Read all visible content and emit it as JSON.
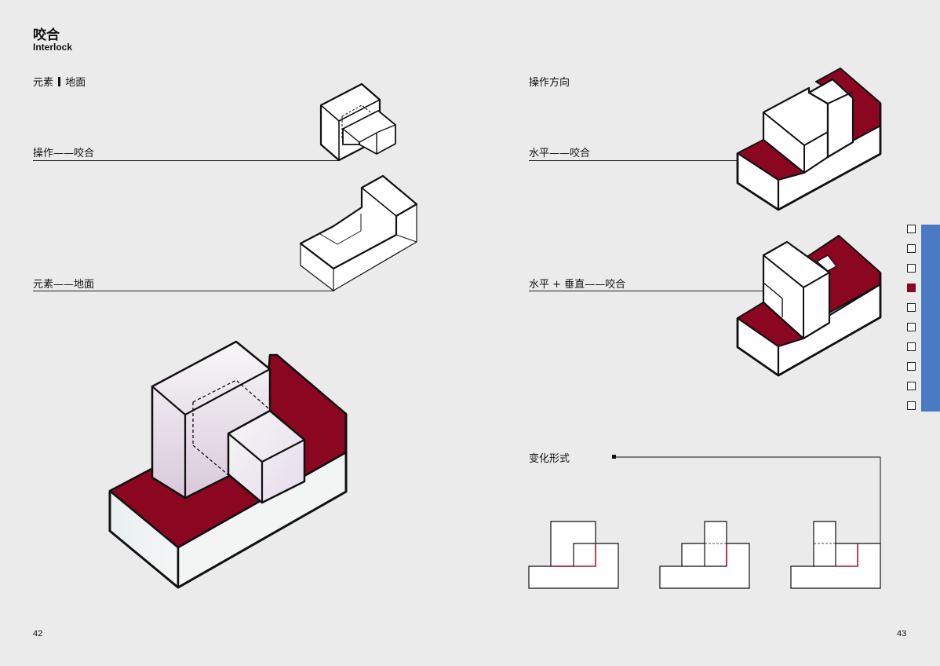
{
  "header": {
    "title_cn": "咬合",
    "title_en": "Interlock"
  },
  "left": {
    "element_label_a": "元素",
    "element_label_b": "地面",
    "op_label": "操作——咬合",
    "ground_label": "元素——地面",
    "page_number": "42"
  },
  "right": {
    "direction_label": "操作方向",
    "horizontal_label": "水平——咬合",
    "hv_label": "水平 + 垂直——咬合",
    "variation_label": "变化形式",
    "page_number": "43"
  },
  "nav": {
    "items": [
      "",
      "",
      "",
      "",
      "",
      "",
      "",
      "",
      "",
      ""
    ],
    "active_index": 3,
    "tab_color": "#4a7ac4"
  },
  "colors": {
    "accent": "#8b0620",
    "background": "#ebebeb",
    "line": "#111111"
  }
}
